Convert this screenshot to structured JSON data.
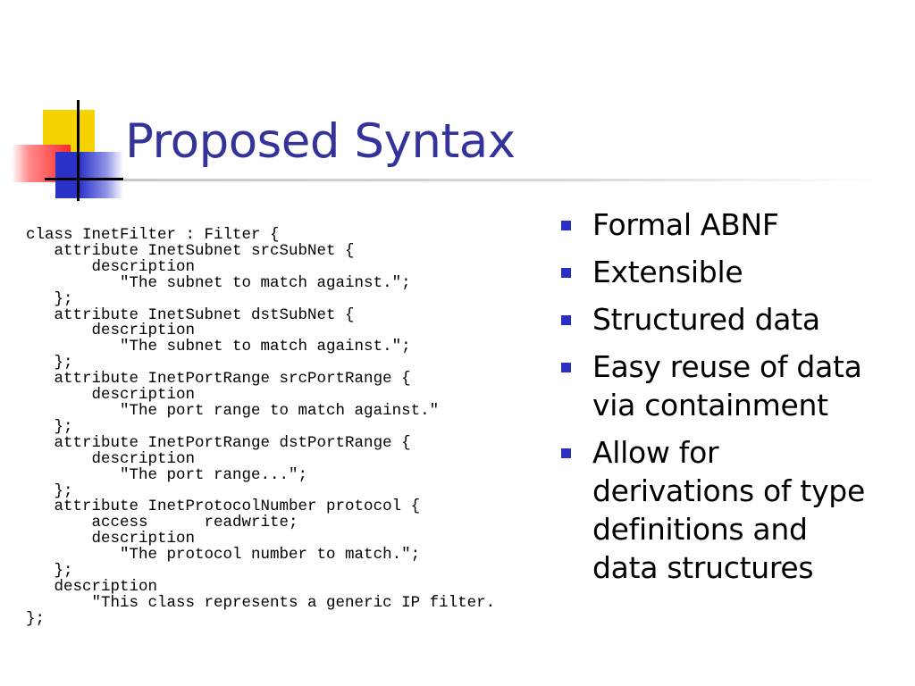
{
  "slide": {
    "title": "Proposed Syntax",
    "code": "class InetFilter : Filter {\n   attribute InetSubnet srcSubNet {\n       description\n          \"The subnet to match against.\";\n   };\n   attribute InetSubnet dstSubNet {\n       description\n          \"The subnet to match against.\";\n   };\n   attribute InetPortRange srcPortRange {\n       description\n          \"The port range to match against.\"\n   };\n   attribute InetPortRange dstPortRange {\n       description\n          \"The port range...\";\n   };\n   attribute InetProtocolNumber protocol {\n       access      readwrite;\n       description\n          \"The protocol number to match.\";\n   };\n   description\n       \"This class represents a generic IP filter.\n};",
    "bullets": [
      "Formal ABNF",
      "Extensible",
      "Structured data",
      "Easy reuse of data\nvia containment",
      "Allow for\nderivations of type\ndefinitions and\ndata structures"
    ],
    "colors": {
      "title": "#33339a",
      "bullet": "#2b2fc4",
      "logo_yellow": "#f6d300",
      "logo_red": "#ff2a2a",
      "logo_blue": "#2a32c8"
    }
  }
}
